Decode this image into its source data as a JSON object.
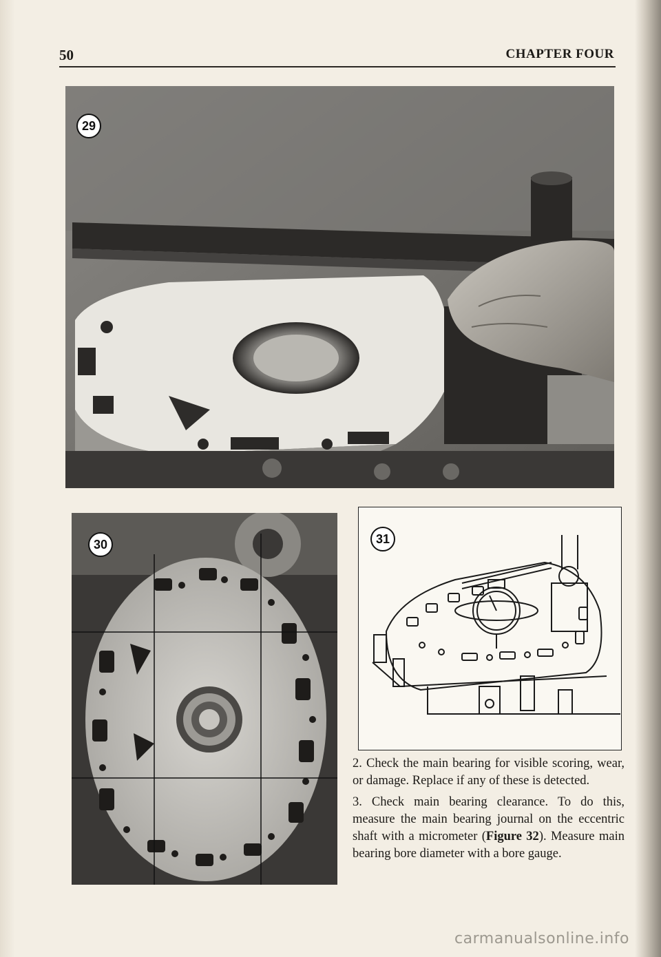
{
  "header": {
    "page_number": "50",
    "chapter_title": "CHAPTER FOUR"
  },
  "figures": {
    "fig29": {
      "number": "29"
    },
    "fig30": {
      "number": "30"
    },
    "fig31": {
      "number": "31"
    }
  },
  "paragraphs": [
    {
      "text": "2. Check the main bearing for visible scoring, wear, or damage. Replace if any of these is detected."
    },
    {
      "pre": "3. Check main bearing clearance. To do this, measure the main bearing journal on the eccentric shaft with a micrometer (",
      "ref": "Figure 32",
      "post": "). Measure main bearing bore diameter with a bore gauge."
    }
  ],
  "watermark": "carmanualsonline.info"
}
